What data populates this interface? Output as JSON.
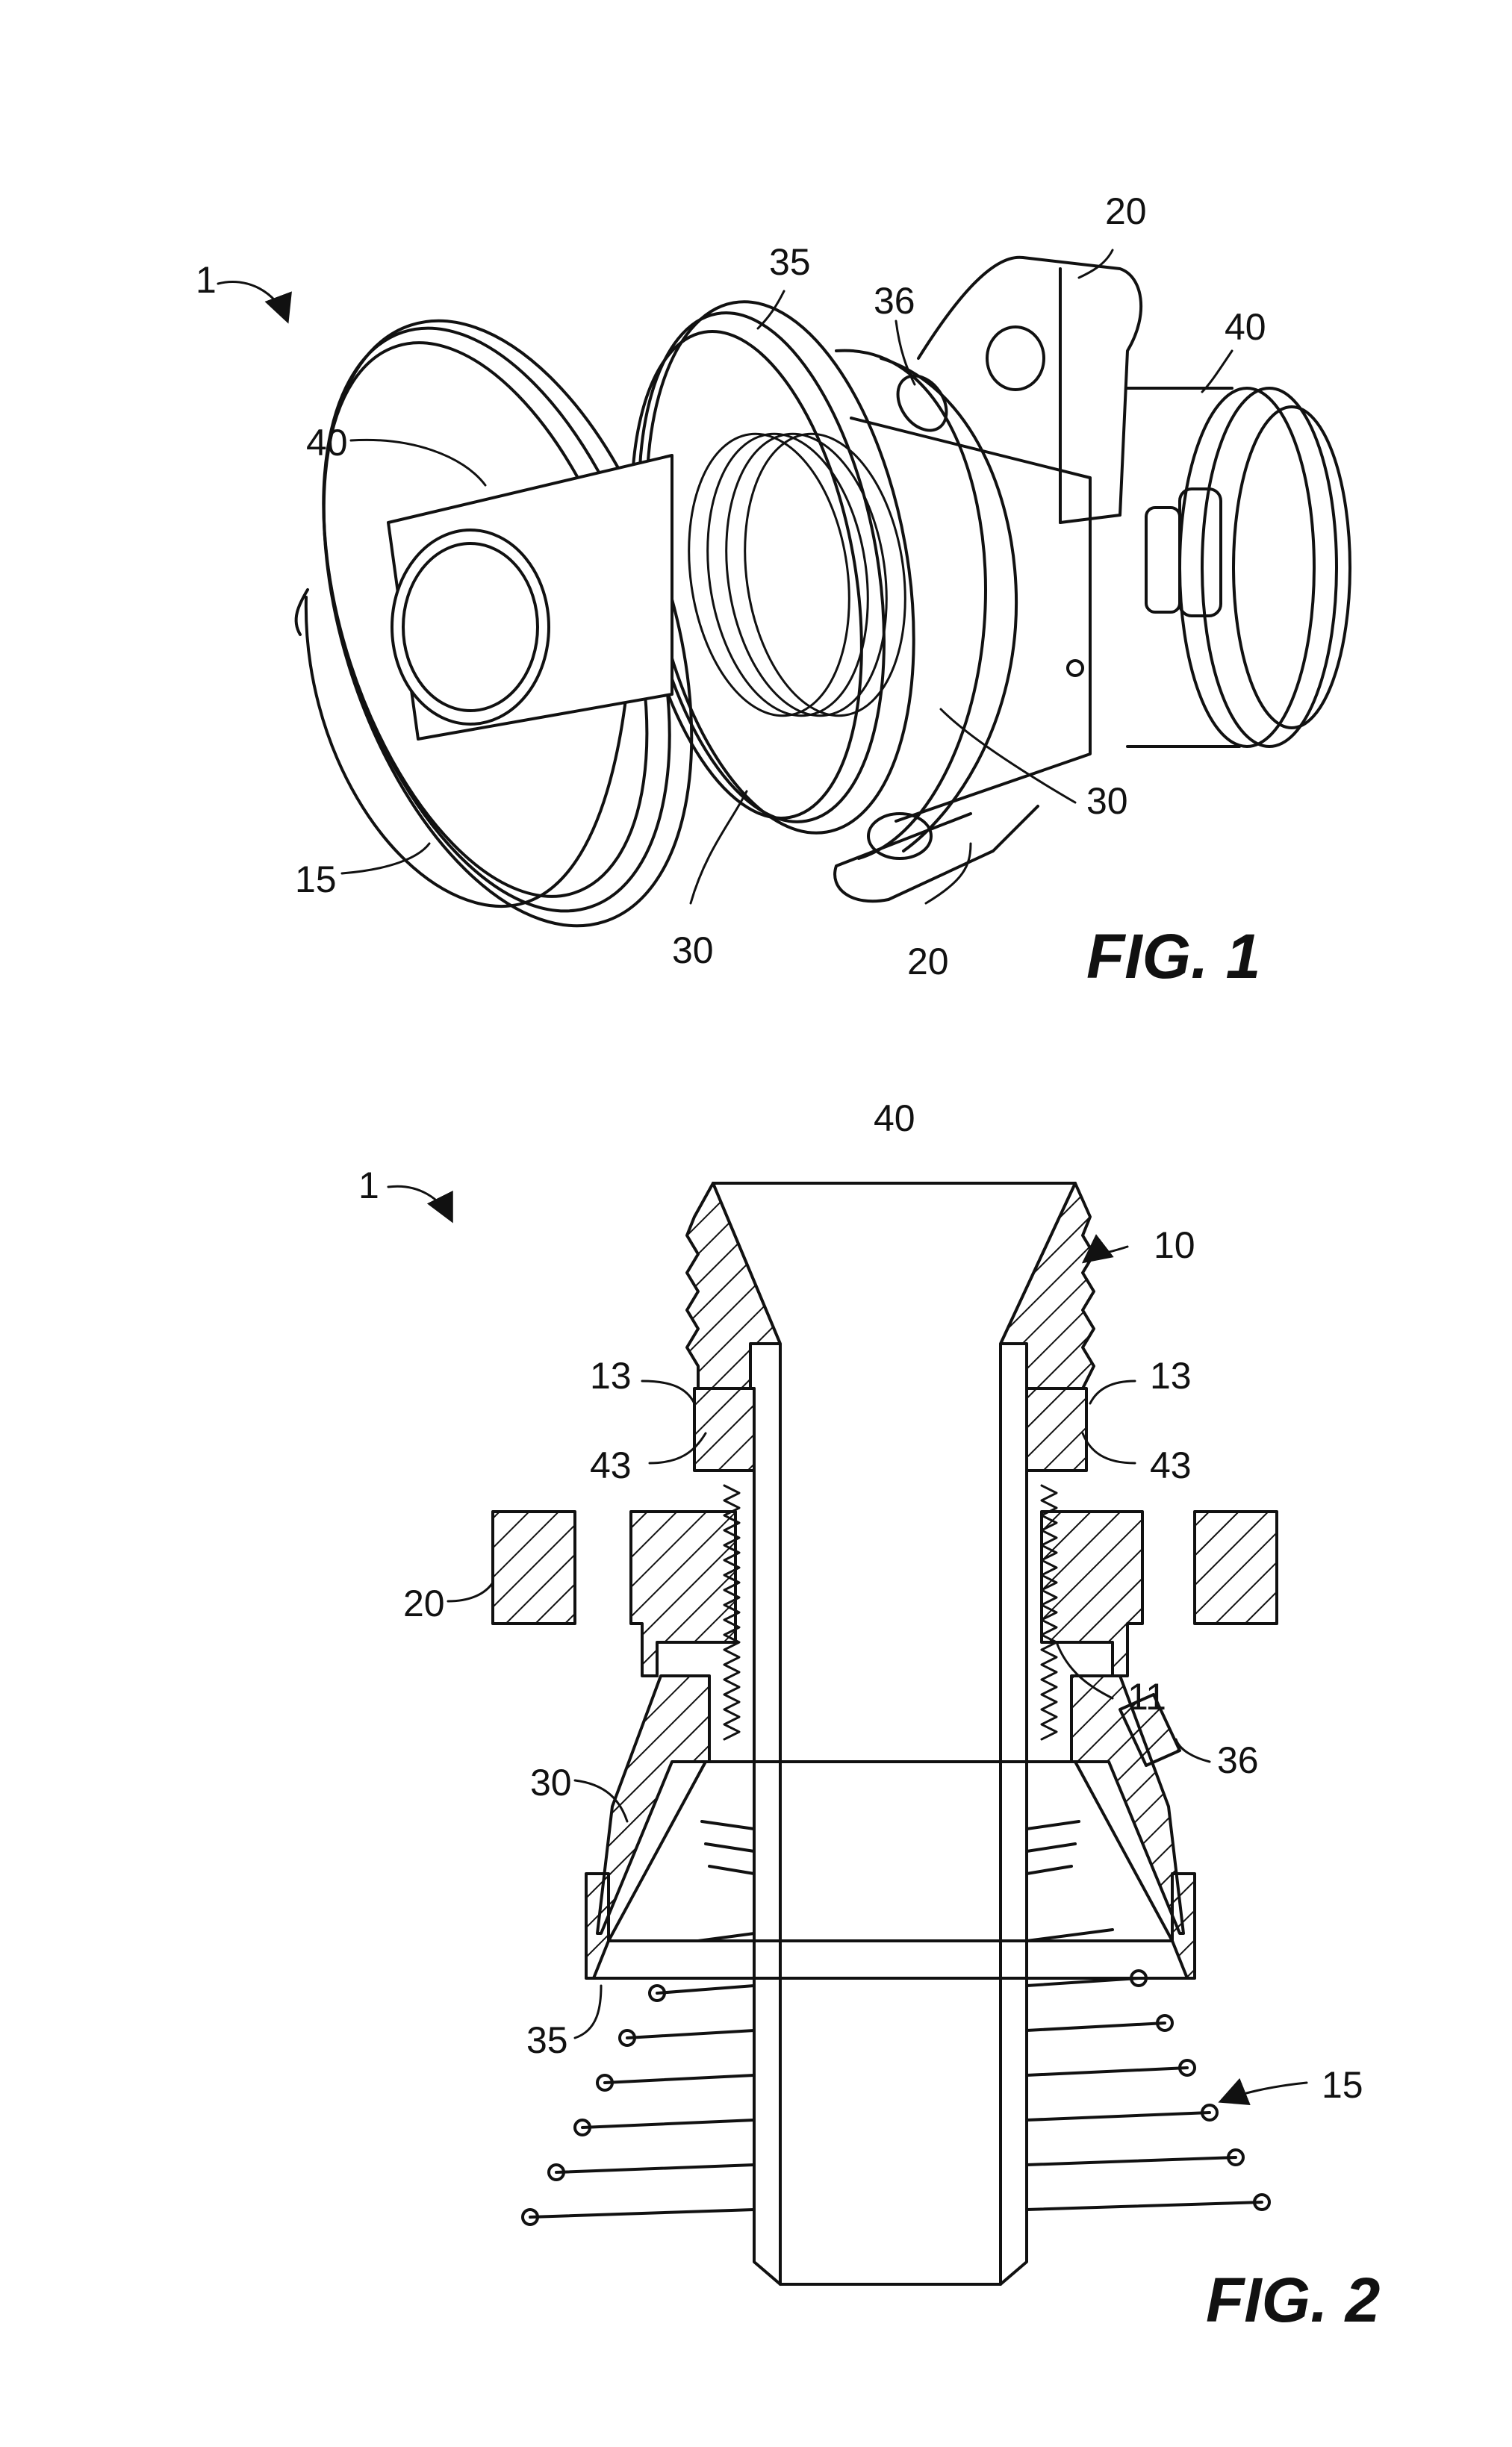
{
  "figures": [
    {
      "id": "fig1",
      "caption": "FIG. 1",
      "references": [
        {
          "name": "ref-1",
          "text": "1"
        },
        {
          "name": "ref-35",
          "text": "35"
        },
        {
          "name": "ref-36",
          "text": "36"
        },
        {
          "name": "ref-20-top",
          "text": "20"
        },
        {
          "name": "ref-40-right",
          "text": "40"
        },
        {
          "name": "ref-40-left",
          "text": "40"
        },
        {
          "name": "ref-15",
          "text": "15"
        },
        {
          "name": "ref-30-right",
          "text": "30"
        },
        {
          "name": "ref-30-bottom",
          "text": "30"
        },
        {
          "name": "ref-20-bottom",
          "text": "20"
        }
      ]
    },
    {
      "id": "fig2",
      "caption": "FIG. 2",
      "references": [
        {
          "name": "ref-40",
          "text": "40"
        },
        {
          "name": "ref-1",
          "text": "1"
        },
        {
          "name": "ref-10",
          "text": "10"
        },
        {
          "name": "ref-13-left",
          "text": "13"
        },
        {
          "name": "ref-13-right",
          "text": "13"
        },
        {
          "name": "ref-43-left",
          "text": "43"
        },
        {
          "name": "ref-43-right",
          "text": "43"
        },
        {
          "name": "ref-20",
          "text": "20"
        },
        {
          "name": "ref-11",
          "text": "11"
        },
        {
          "name": "ref-30",
          "text": "30"
        },
        {
          "name": "ref-36",
          "text": "36"
        },
        {
          "name": "ref-35",
          "text": "35"
        },
        {
          "name": "ref-15",
          "text": "15"
        }
      ]
    }
  ]
}
